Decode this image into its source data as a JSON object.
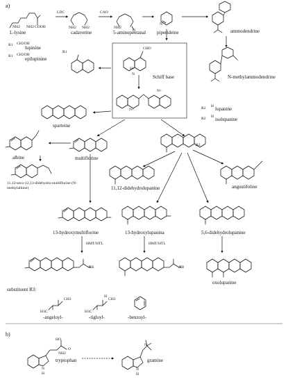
{
  "panels": {
    "a": "a)",
    "b": "b)"
  },
  "pathway_a": {
    "lysine": "L-lysine",
    "lysine_groups": [
      "NH2",
      "NH2",
      "COOH"
    ],
    "enzyme1": "LDC",
    "cadaverine": "cadaverine",
    "cadaverine_groups": [
      "NH2",
      "NH2"
    ],
    "enzyme2": "CAO",
    "aminopentanal": "5-aminopentanal",
    "aminopentanal_groups": [
      "NH2",
      "O"
    ],
    "piperideine": "piperideine",
    "piperideine_atom": "N",
    "ammodendrine": "ammodendrine",
    "n_methylammodendrine": "N-methylammodendrine",
    "lupinine_rows": [
      {
        "r": "R1",
        "group": "CH2OH",
        "name": "lupinine"
      },
      {
        "r": "R1",
        "group": "CH2OH",
        "name": "epilupinine"
      }
    ],
    "schiff_base": "Schiff base",
    "schiff_groups": [
      "CHO",
      "H+",
      "N",
      "N+"
    ],
    "sparteine": "sparteine",
    "lupanine_rows": [
      {
        "r": "R2",
        "group": "H",
        "name": "lupanine"
      },
      {
        "r": "R2",
        "group": "H",
        "name": "isolupanine"
      }
    ],
    "albine": "albine",
    "multiflorine": "multiflorine",
    "seco_name": "11,12-seco-12,13-didehydro-multiflorine (N-methylalbine)",
    "didehydrolupanine": "11,12-didehydrolupanine",
    "angustifoline": "angustifoline",
    "hydroxymultiflorine": "13-hydroxymultiflorine",
    "hydroxylupanine": "13-hydroxylupanina",
    "dehydrolupanine56": "5,6-didehydrolupanine",
    "hmt_label": "HMT/HTL",
    "ester_group": "R3",
    "oxolupanine": "oxolupanine",
    "substituent_label": "substituent R3:",
    "substituents": [
      "-angeloyl-",
      "-tigloyl-",
      "-benzoyl-"
    ],
    "sub_groups": [
      "CH3",
      "H3C",
      "CH3",
      "H3C",
      "H"
    ]
  },
  "pathway_b": {
    "tryptophan": "tryptophan",
    "tryptophan_groups": [
      "HO",
      "O",
      "NH2",
      "N",
      "H"
    ],
    "gramine": "gramine",
    "gramine_groups": [
      "N",
      "N",
      "H"
    ]
  }
}
